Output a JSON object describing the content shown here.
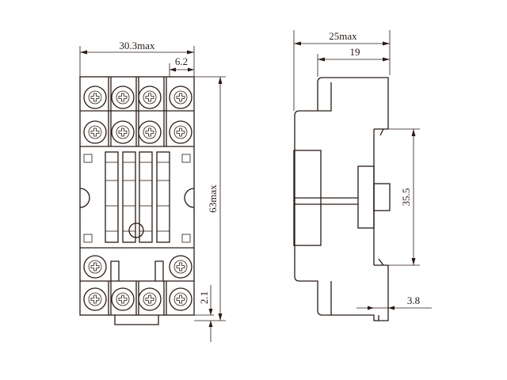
{
  "front_view": {
    "width_label": "30.3max",
    "pitch_label": "6.2",
    "height_label": "63max",
    "bottom_offset_label": "2.1"
  },
  "side_view": {
    "depth_label": "25max",
    "inner_depth_label": "19",
    "rail_label": "35.5",
    "clip_label": "3.8"
  },
  "colors": {
    "line": "#2a1a14",
    "background": "#ffffff"
  }
}
